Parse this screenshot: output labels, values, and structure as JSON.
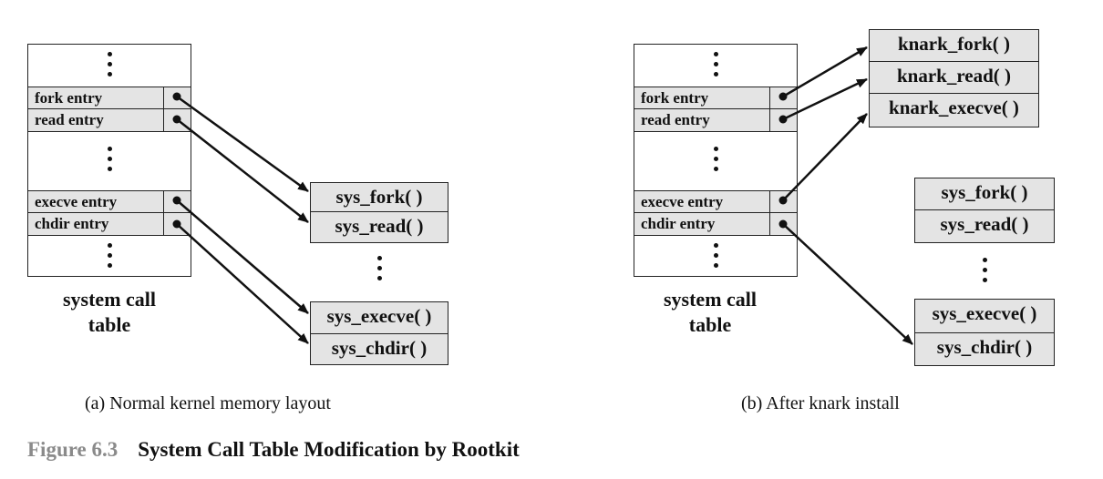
{
  "panel_a": {
    "table": {
      "rows": [
        "fork entry",
        "read entry",
        "execve entry",
        "chdir entry"
      ],
      "caption_line1": "system call",
      "caption_line2": "table"
    },
    "functions": [
      "sys_fork( )",
      "sys_read( )",
      "sys_execve( )",
      "sys_chdir( )"
    ],
    "caption": "(a) Normal kernel memory layout"
  },
  "panel_b": {
    "table": {
      "rows": [
        "fork entry",
        "read entry",
        "execve entry",
        "chdir entry"
      ],
      "caption_line1": "system call",
      "caption_line2": "table"
    },
    "knark_functions": [
      "knark_fork( )",
      "knark_read( )",
      "knark_execve( )"
    ],
    "functions": [
      "sys_fork( )",
      "sys_read( )",
      "sys_execve( )",
      "sys_chdir( )"
    ],
    "caption": "(b) After knark install"
  },
  "figure": {
    "number": "Figure 6.3",
    "title": "System Call Table Modification by Rootkit"
  }
}
